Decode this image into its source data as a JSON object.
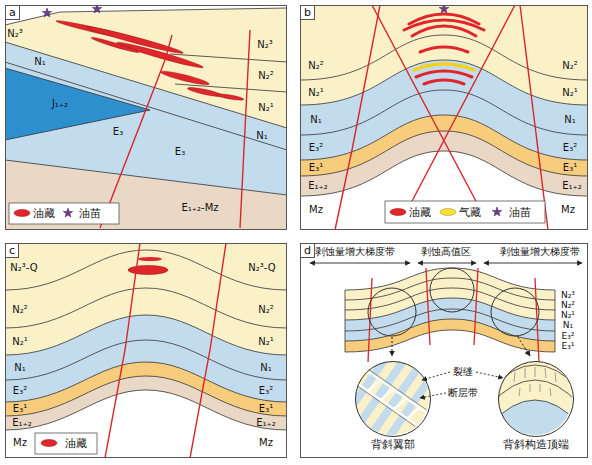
{
  "diagram": {
    "nodes": [
      {
        "text": [
          "a"
        ]
      },
      {
        "text": [
          "b"
        ]
      },
      {
        "text": [
          "c"
        ]
      },
      {
        "text": [
          "d"
        ]
      },
      {
        "text": [
          "背斜翼部"
        ],
        "in": 3
      },
      {
        "text": [
          "背斜构造顶端"
        ],
        "in": 3
      }
    ],
    "labels": [
      "N₂³",
      "N₁",
      "E₃",
      "J₁₊₂",
      "N₂³",
      "N₂²",
      "N₂¹",
      "N₁",
      "E₃",
      "E₁₊₂-Mz",
      "N₂²",
      "N₂¹",
      "N₁",
      "E₃²",
      "E₃¹",
      "E₁₊₂",
      "Mz",
      "N₂²",
      "N₂¹",
      "N₁",
      "E₃²",
      "E₃¹",
      "E₁₊₂",
      "Mz",
      "N₂³-Q",
      "N₂²",
      "N₂¹",
      "N₁",
      "E₃²",
      "E₃¹",
      "E₁₊₂",
      "Mz",
      "N₂³-Q",
      "N₂²",
      "N₂¹",
      "N₁",
      "E₃²",
      "E₃¹",
      "E₁₊₂",
      "Mz",
      "剥蚀量增大梯度带",
      "剥蚀高值区",
      "剥蚀量增大梯度带",
      "N₂³",
      "N₂²",
      "N₂¹",
      "N₁",
      "E₃²",
      "E₃¹",
      "裂缝",
      "断层带"
    ],
    "legend": [
      {
        "text": "油藏"
      },
      {
        "text": "油苗"
      },
      {
        "text": "油藏"
      },
      {
        "text": "气藏"
      },
      {
        "text": "油苗"
      },
      {
        "text": "油藏"
      }
    ]
  }
}
